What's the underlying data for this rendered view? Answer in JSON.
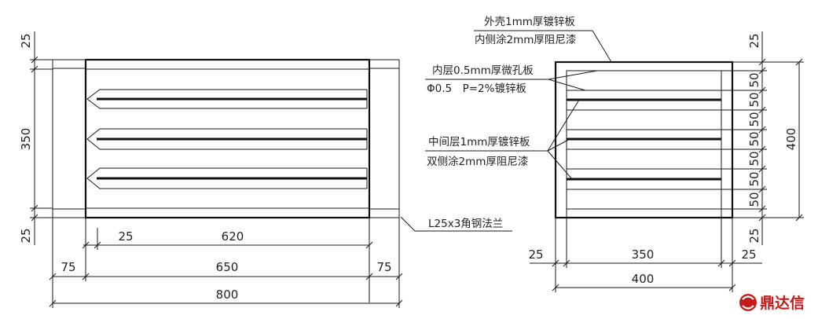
{
  "colors": {
    "line": "#1a1a1a",
    "logo": "#c41a1a"
  },
  "left_view": {
    "dims": {
      "top_25": "25",
      "mid_350": "350",
      "bot_25": "25",
      "inner_25": "25",
      "inner_620": "620",
      "left_75": "75",
      "mid_650": "650",
      "right_75": "75",
      "total_800": "800"
    },
    "flange_label": "L25x3角钢法兰"
  },
  "right_view": {
    "dims": {
      "top_25": "25",
      "d50": [
        "50",
        "50",
        "50",
        "50",
        "50",
        "50",
        "50"
      ],
      "bot_25": "25",
      "h400": "400",
      "left_25": "25",
      "w350": "350",
      "right_25": "25",
      "w400": "400"
    },
    "notes": {
      "outer_line1": "外壳1mm厚镀锌板",
      "outer_line2": "内侧涂2mm厚阻尼漆",
      "inner_line1": "内层0.5mm厚微孔板",
      "inner_line2": "Φ0.5　P=2%镀锌板",
      "middle_line1": "中间层1mm厚镀锌板",
      "middle_line2": "双侧涂2mm厚阻尼漆"
    }
  },
  "logo": {
    "text": "鼎达信",
    "icon": "ddx-logo-icon"
  }
}
